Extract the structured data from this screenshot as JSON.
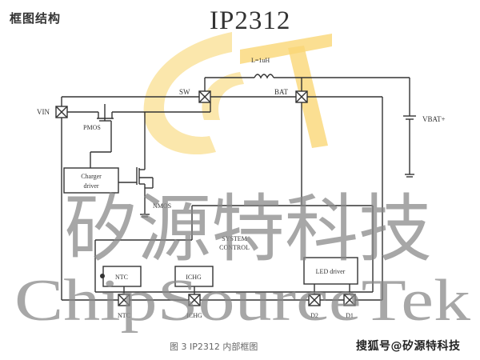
{
  "header": {
    "heading": "框图结构",
    "chip_title": "IP2312"
  },
  "pins": {
    "vin": "VIN",
    "sw": "SW",
    "bat": "BAT",
    "ntc": "NTC",
    "ichg": "ICHG",
    "d2": "D2",
    "d1": "D1"
  },
  "components": {
    "inductor": "L=1uH",
    "battery": "VBAT+",
    "pmos": "PMOS",
    "nmos": "NMOS",
    "charger_driver_line1": "Charger",
    "charger_driver_line2": "driver",
    "system_control_line1": "SYSTEM",
    "system_control_line2": "CONTROL",
    "ntc_block": "NTC",
    "ichg_block": "ICHG",
    "led_driver": "LED driver"
  },
  "watermark": {
    "chinese": "矽源特科技",
    "english": "ChipSourceTek",
    "logo_color": "#f7c948"
  },
  "footer": {
    "caption": "图 3   IP2312 内部框图",
    "credit": "搜狐号@矽源特科技"
  },
  "colors": {
    "line": "#333333",
    "logo": "#f7c948",
    "watermark": "#8a8a8a"
  }
}
